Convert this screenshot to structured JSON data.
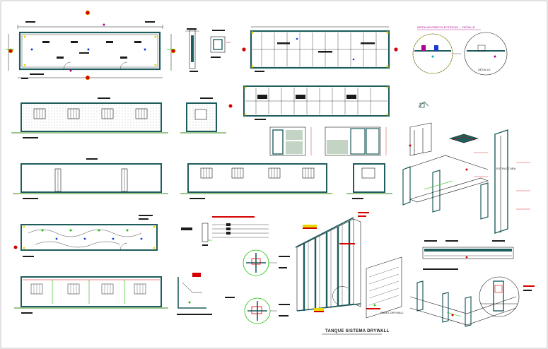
{
  "sheet": {
    "title": "TANQUE SISTEMA DRYWALL",
    "colors": {
      "wall": "#1e5d5d",
      "line": "#1b1b1b",
      "ground": "#3a8a1a",
      "accent_red": "#d40000",
      "accent_yellow": "#e8d800",
      "accent_magenta": "#b0008c",
      "accent_blue": "#1a3ad4",
      "accent_green": "#18c000",
      "accent_cyan": "#00a8c8"
    }
  },
  "labels": {
    "detail_title_magenta": "INSTALACIONES ELECTRICAS — DETALLE",
    "detail_label": "DETALLE",
    "annot_1": "ESTRUCTURA",
    "annot_2": "PANEL DRYWALL"
  }
}
